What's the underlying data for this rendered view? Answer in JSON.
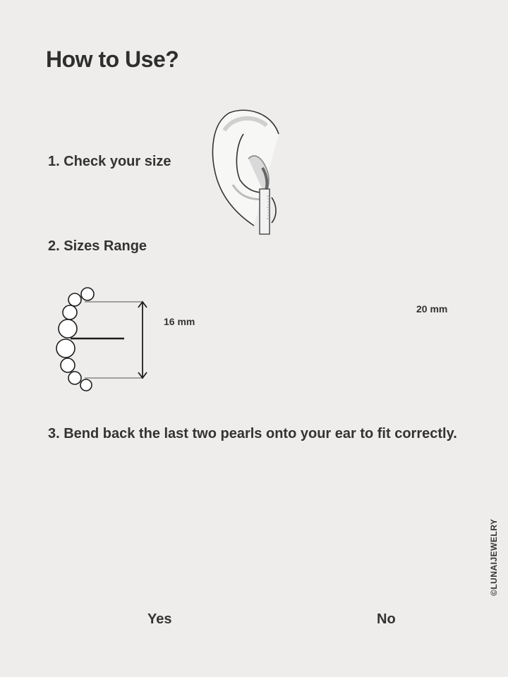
{
  "page": {
    "title": "How to Use?",
    "steps": [
      {
        "number": "1.",
        "label": "1. Check your size"
      },
      {
        "number": "2.",
        "label": "2. Sizes Range"
      },
      {
        "number": "3.",
        "label": "3. Bend back the last two pearls onto your ear to fit correctly."
      }
    ],
    "sizes": [
      {
        "label": "16 mm",
        "value_mm": 16
      },
      {
        "label": "20 mm",
        "value_mm": 20
      }
    ],
    "examples": [
      {
        "label": "Yes"
      },
      {
        "label": "No"
      }
    ],
    "watermark": "©LUNAIJEWELRY",
    "colors": {
      "background": "#eeedeb",
      "text": "#2f2f2f",
      "line": "#1e1e1e"
    }
  }
}
